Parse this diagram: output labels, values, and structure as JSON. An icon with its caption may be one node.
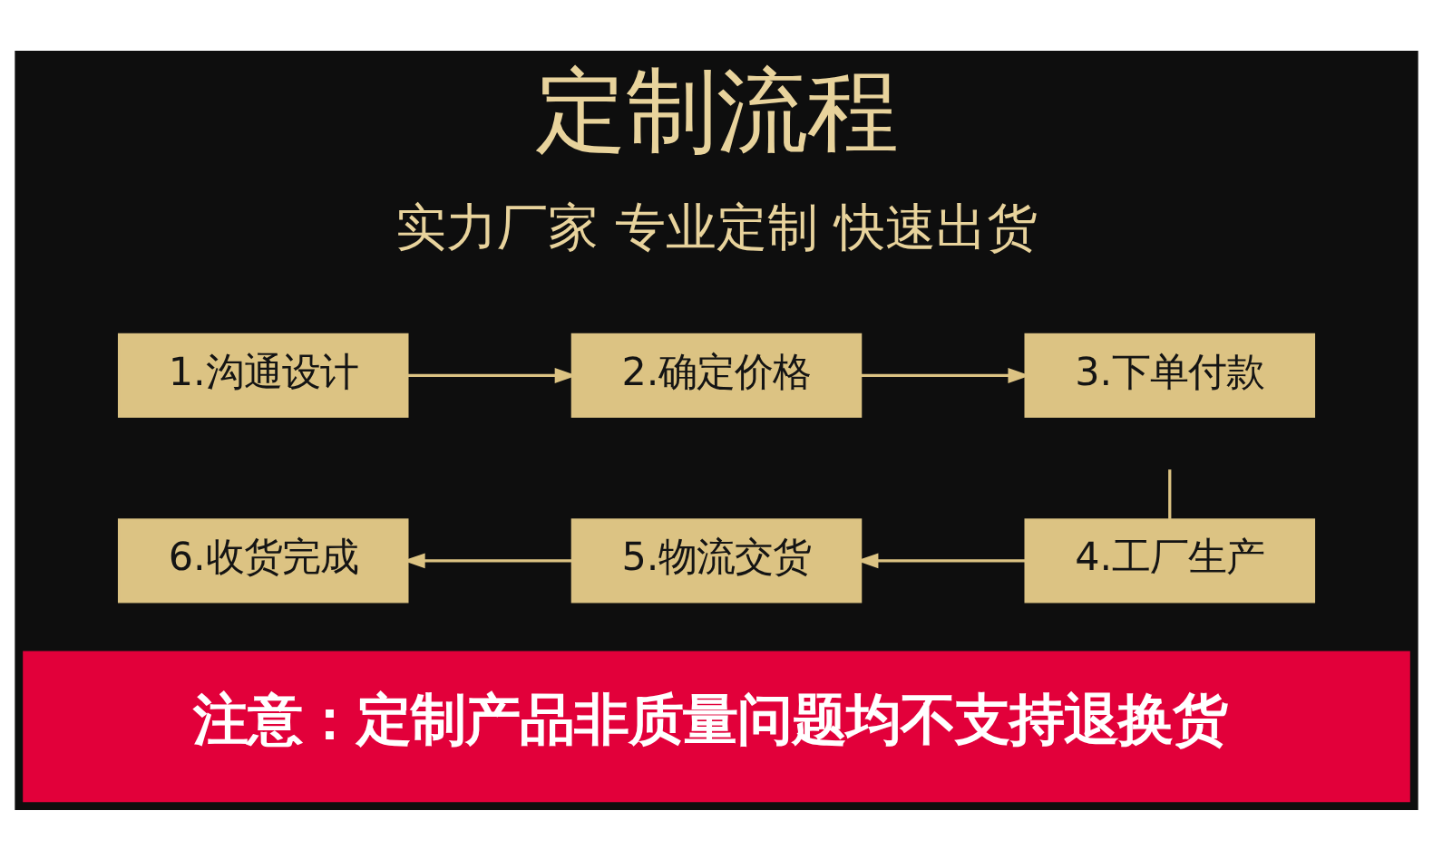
{
  "diagram": {
    "title": "定制流程",
    "nodes": [
      {
        "text": [
          "1.沟通设计"
        ]
      },
      {
        "text": [
          "2.确定价格"
        ]
      },
      {
        "text": [
          "3.下单付款"
        ]
      },
      {
        "text": [
          "4.工厂生产"
        ]
      },
      {
        "text": [
          "5.物流交货"
        ]
      },
      {
        "text": [
          "6.收货完成"
        ]
      },
      {
        "text": [
          "注意：定制产品非质量问题均不支持退换货"
        ]
      }
    ],
    "edges": [
      {
        "from": 0,
        "to": 1,
        "arrow": "to"
      },
      {
        "from": 1,
        "to": 2,
        "arrow": "to"
      },
      {
        "from": null,
        "to": 3,
        "arrow": "none"
      },
      {
        "from": 3,
        "to": 4,
        "arrow": "to"
      },
      {
        "from": 4,
        "to": 5,
        "arrow": "to"
      }
    ],
    "labels": [
      "实力厂家 专业定制 快速出货"
    ]
  }
}
